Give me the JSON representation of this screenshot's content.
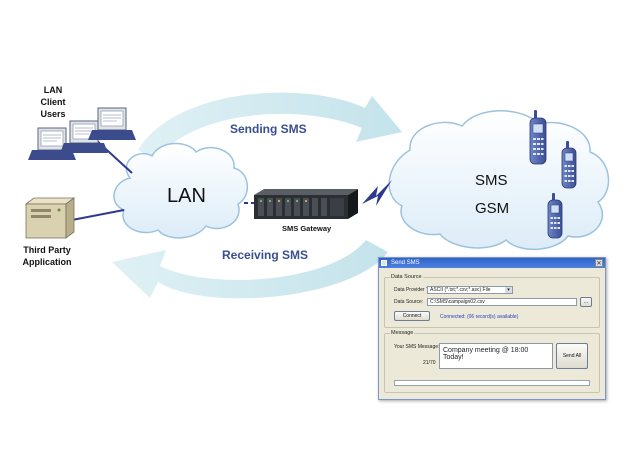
{
  "labels": {
    "lan_client_users": [
      "LAN",
      "Client",
      "Users"
    ],
    "third_party_application": [
      "Third Party",
      "Application"
    ],
    "sending_sms": "Sending SMS",
    "receiving_sms": "Receiving SMS",
    "lan_cloud": "LAN",
    "sms_cloud_line1": "SMS",
    "sms_cloud_line2": "GSM",
    "sms_gateway": "SMS Gateway"
  },
  "colors": {
    "arrow": "#cfe9ef",
    "cloud_fill": "#e8f3fb",
    "cloud_stroke": "#9cc2dd",
    "flow_text": "#3a4f8f",
    "link_line": "#2f3a8f"
  },
  "dialog": {
    "title": "Send SMS",
    "data_source_group": "Data Source",
    "data_provider_type_label": "Data Provider Type:",
    "data_provider_type_value": "ASCII (*.txt;*.csv;*.asc) File",
    "data_source_label": "Data Source:",
    "data_source_value": "C:\\SMS\\campaign02.csv",
    "browse_label": "...",
    "connect_label": "Connect",
    "status_text": "Connected: (06 record(s) available)",
    "message_group": "Message",
    "message_label": "Your SMS Message:",
    "char_count": "21/70",
    "message_text": "Company meeting @ 18:00 Today!",
    "send_all_label": "Send All"
  }
}
